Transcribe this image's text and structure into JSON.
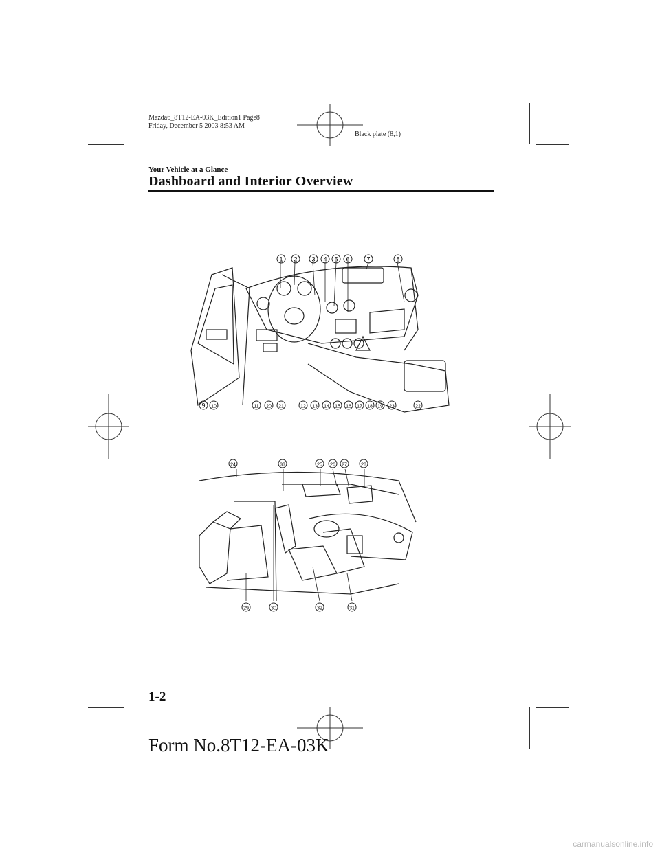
{
  "header": {
    "filename": "Mazda6_8T12-EA-03K_Edition1 Page8",
    "timestamp": "Friday, December 5 2003 8:53 AM",
    "plate": "Black plate (8,1)"
  },
  "section": "Your Vehicle at a Glance",
  "title": "Dashboard and Interior Overview",
  "figure_top": {
    "callouts_top": [
      "1",
      "2",
      "3",
      "4",
      "5",
      "6",
      "7",
      "8"
    ],
    "callouts_bottom": [
      "9",
      "10",
      "11",
      "20",
      "21",
      "12",
      "13",
      "14",
      "15",
      "16",
      "17",
      "18",
      "19",
      "23",
      "22"
    ]
  },
  "figure_bottom": {
    "callouts_top": [
      "24",
      "33",
      "25",
      "26",
      "27",
      "28"
    ],
    "callouts_bottom": [
      "29",
      "30",
      "32",
      "31"
    ]
  },
  "page_number": "1-2",
  "form_number": "Form No.8T12-EA-03K",
  "watermark": "carmanualsonline.info"
}
